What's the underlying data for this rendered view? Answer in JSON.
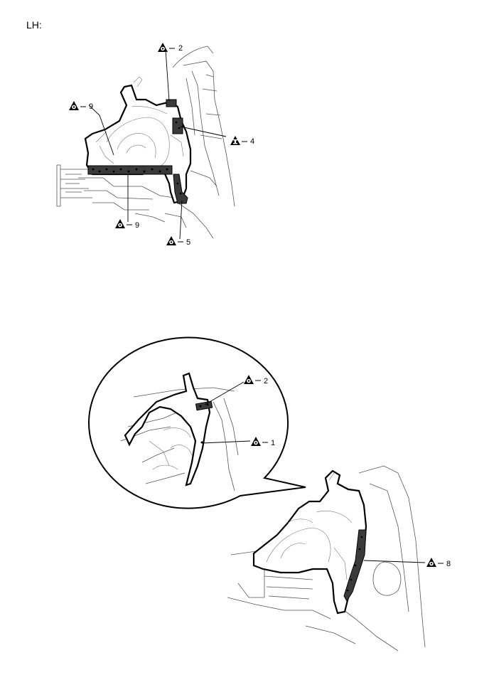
{
  "page": {
    "label": "LH:"
  },
  "callouts": {
    "top": [
      {
        "id": "c2",
        "symbol": "weld-spot-icon",
        "text": "2"
      },
      {
        "id": "c9a",
        "symbol": "weld-spot-icon",
        "text": "9"
      },
      {
        "id": "c4",
        "symbol": "weld-info-icon",
        "text": "4"
      },
      {
        "id": "c9b",
        "symbol": "weld-spot-icon",
        "text": "9"
      },
      {
        "id": "c5",
        "symbol": "weld-spot-icon",
        "text": "5"
      }
    ],
    "bottom": [
      {
        "id": "c2b",
        "symbol": "weld-spot-icon",
        "text": "2"
      },
      {
        "id": "c1",
        "symbol": "weld-spot-icon",
        "text": "1"
      },
      {
        "id": "c8",
        "symbol": "weld-spot-icon",
        "text": "8"
      }
    ]
  },
  "colors": {
    "line": "#000000",
    "weld_fill": "#3a3a3a",
    "background": "#ffffff"
  }
}
